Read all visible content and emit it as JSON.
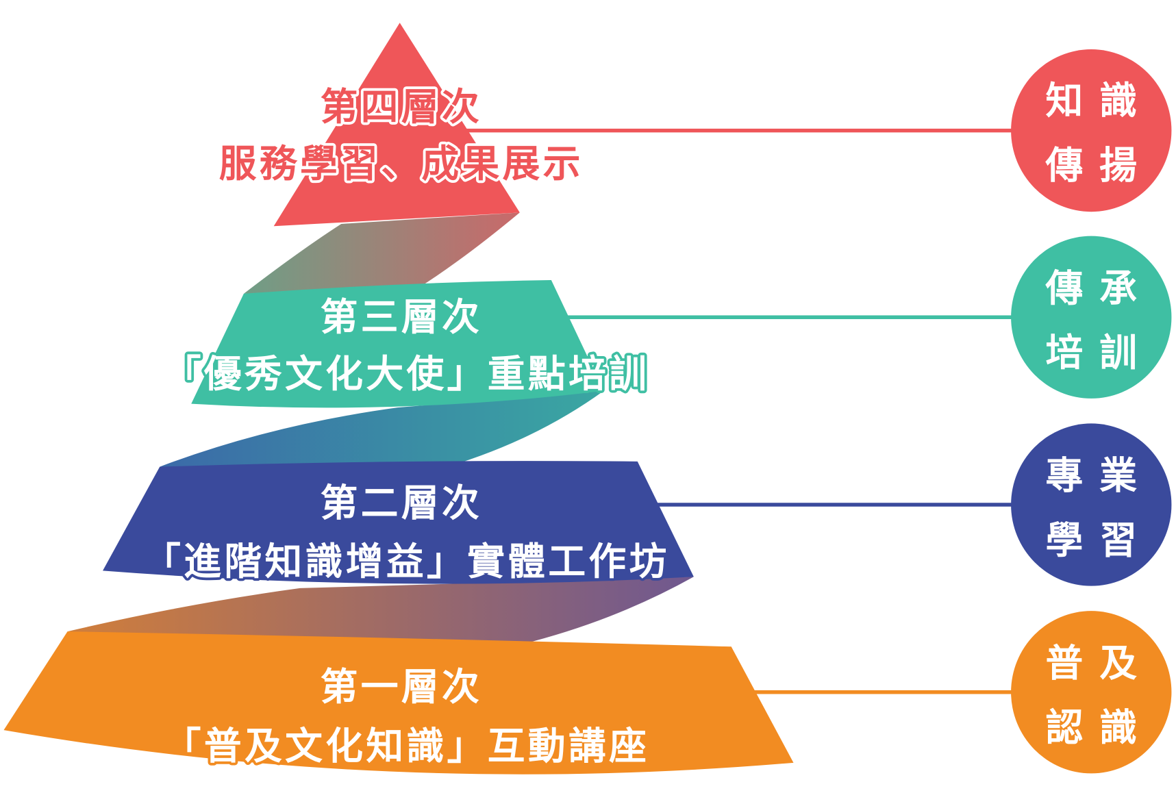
{
  "tiers": [
    {
      "title": "第四層次",
      "subtitle": "服務學習、成果展示",
      "badge": [
        "知識",
        "傳揚"
      ],
      "color": "#EF5659"
    },
    {
      "title": "第三層次",
      "subtitle": "「優秀文化大使」重點培訓",
      "badge": [
        "傳承",
        "培訓"
      ],
      "color": "#3FBFA3"
    },
    {
      "title": "第二層次",
      "subtitle": "「進階知識增益」實體工作坊",
      "badge": [
        "專業",
        "學習"
      ],
      "color": "#3A4A9C"
    },
    {
      "title": "第一層次",
      "subtitle": "「普及文化知識」互動講座",
      "badge": [
        "普及",
        "認識"
      ],
      "color": "#F28C22"
    }
  ]
}
